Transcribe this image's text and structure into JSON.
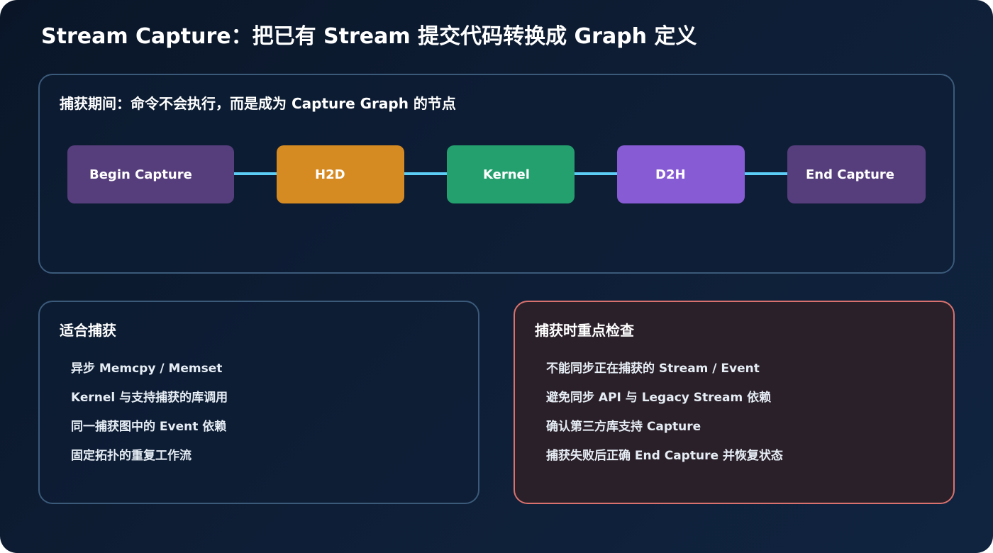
{
  "title": "Stream Capture：把已有 Stream 提交代码转换成 Graph 定义",
  "capture_panel": {
    "heading": "捕获期间：命令不会执行，而是成为 Capture Graph 的节点",
    "nodes": [
      {
        "label": "Begin Capture",
        "color": "#563d7c"
      },
      {
        "label": "H2D",
        "color": "#d68a22"
      },
      {
        "label": "Kernel",
        "color": "#23a06e"
      },
      {
        "label": "D2H",
        "color": "#875bd4"
      },
      {
        "label": "End Capture",
        "color": "#563d7c"
      }
    ],
    "connector_color": "#5ccdf5"
  },
  "suitable_panel": {
    "heading": "适合捕获",
    "items": [
      "异步 Memcpy / Memset",
      "Kernel 与支持捕获的库调用",
      "同一捕获图中的 Event 依赖",
      "固定拓扑的重复工作流"
    ]
  },
  "check_panel": {
    "heading": "捕获时重点检查",
    "border_color": "#d9726e",
    "items": [
      "不能同步正在捕获的 Stream / Event",
      "避免同步 API 与 Legacy Stream 依赖",
      "确认第三方库支持 Capture",
      "捕获失败后正确 End Capture 并恢复状态"
    ]
  }
}
